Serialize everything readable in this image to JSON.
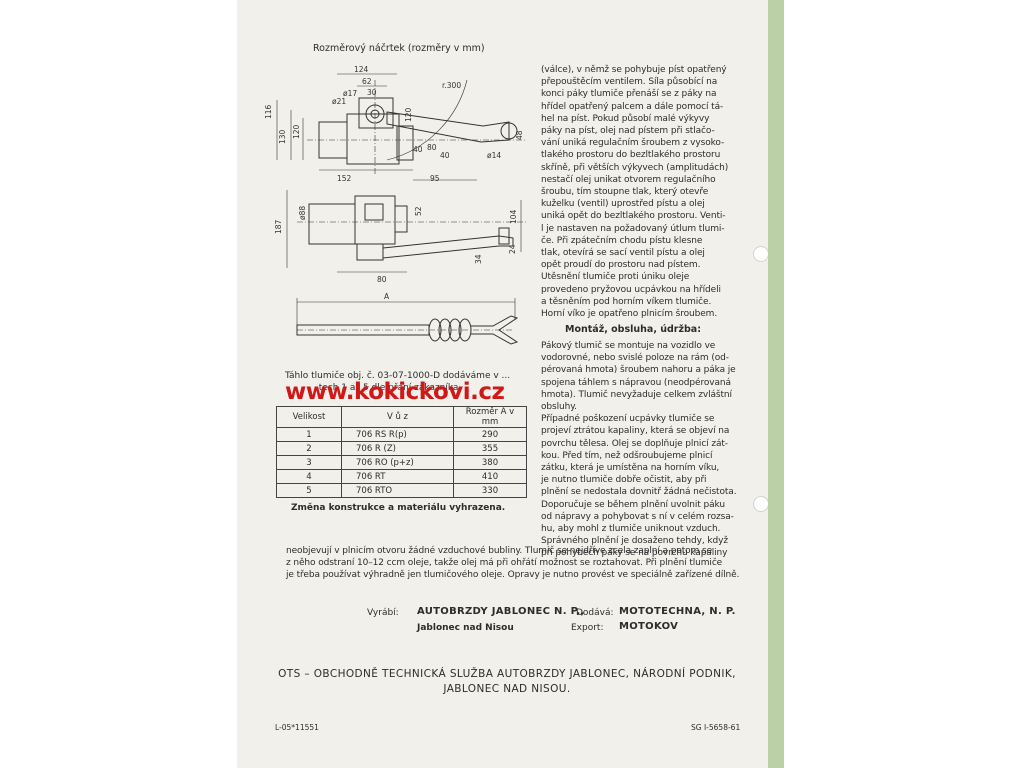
{
  "sketch_title": "Rozměrový náčrtek (rozměry v mm)",
  "drawing_dims": [
    "124",
    "62",
    "30",
    "ø17",
    "r.300",
    "ø21",
    "116",
    "130",
    "120",
    "120",
    "80",
    "40",
    "40",
    "152",
    "95",
    "48",
    "ø14",
    "ø88",
    "187",
    "52",
    "104",
    "34",
    "24",
    "80",
    "A"
  ],
  "body_right": "(válce), v němž se pohybuje píst opatřený\npřepouštěcím ventilem. Síla působící na\nkonci páky tlumiče přenáší se z páky na\nhřídel opatřený palcem a dále pomocí tá-\nhel na píst. Pokud působí malé výkyvy\npáky na píst, olej nad pístem při stlačo-\nvání uniká regulačním šroubem z vysoko-\ntlakého prostoru do bezltlakého prostoru\nskříně, při větších výkyvech (amplitudách)\nnestačí olej unikat otvorem regulačního\nšroubu, tím stoupne tlak, který otevře\nkuželku (ventil) uprostřed pístu a olej\nuniká opět do bezltlakého prostoru. Venti-\nl je nastaven na požadovaný útlum tlumi-\nče. Při zpátečním chodu pístu klesne\ntlak, otevírá se sací ventil pístu a olej\nopět proudí do prostoru nad pístem.\nUtěsnění tlumiče proti úniku oleje\nprovedeno pryžovou ucpávkou na hřídeli\na těsněním pod horním víkem tlumiče.\nHorní víko je opatřeno plnicím šroubem.",
  "section_heading": "Montáž, obsluha, údržba:",
  "body_right_2": "Pákový tlumič se montuje na vozidlo ve\nvodorovné, nebo svislé poloze na rám (od-\npérovaná hmota) šroubem nahoru a páka je\nspojena táhlem s nápravou (neodpérovaná\nhmota). Tlumič nevyžaduje celkem zvláštní\nobsluhy.\nPřípadné poškození ucpávky tlumiče se\nprojeví ztrátou kapaliny, která se objeví na\npovrchu tělesa. Olej se doplňuje plnicí zát-\nkou. Před tím, než odšroubujeme plnicí\nzátku, která je umístěna na horním víku,\nje nutno tlumiče dobře očistit, aby při\nplnění se nedostala dovnitř žádná nečistota.\nDoporučuje se během plnění uvolnit páku\nod nápravy a pohybovat s ní v celém rozsa-\nhu, aby mohl z tlumiče uniknout vzduch.\nSprávného plnění je dosaženo tehdy, když\npři pohybech páky se na povrchu kapaliny",
  "body_bottom": "neobjevují v plnicím otvoru žádné vzduchové bubliny. Tlumič se nejdříve zcela zaplní a potom se\nz něho odstraní 10–12 ccm oleje, takže olej má při ohřátí možnost se roztahovat. Při plnění tlumiče\nje třeba používat výhradně jen tlumičového oleje. Opravy je nutno provést ve speciálně zařízené dílně.",
  "tahlo_caption": "Táhlo tlumiče obj. č. 03-07-1000-D dodáváme v ...\ntech 1 až 5 dle přání zákazníka.",
  "table": {
    "headers": [
      "Velikost",
      "V ů z",
      "Rozměr A v mm"
    ],
    "rows": [
      [
        "1",
        "706 RS R(p)",
        "290"
      ],
      [
        "2",
        "706 R (Z)",
        "355"
      ],
      [
        "3",
        "706 RO (p+z)",
        "380"
      ],
      [
        "4",
        "706 RT",
        "410"
      ],
      [
        "5",
        "706 RTO",
        "330"
      ]
    ]
  },
  "change_note": "Změna konstrukce a materiálu vyhrazena.",
  "manufacturer_label": "Vyrábí:",
  "manufacturer_name": "AUTOBRZDY JABLONEC N. P.,",
  "manufacturer_city": "Jablonec nad Nisou",
  "supplier_label": "Dodává:",
  "supplier_name": "MOTOTECHNA, N. P.",
  "export_label": "Export:",
  "export_name": "MOTOKOV",
  "ots_text": "OTS – OBCHODNĚ TECHNICKÁ SLUŽBA AUTOBRZDY JABLONEC, NÁRODNÍ PODNIK,\nJABLONEC NAD NISOU.",
  "code_left": "L-05*11551",
  "code_right": "SG I-5658-61",
  "watermark": "www.kokickovi.cz",
  "colors": {
    "paper": "#f1f0eb",
    "ink": "#2c2c2c",
    "watermark": "#d01818",
    "strip": "#bcd0a8"
  }
}
